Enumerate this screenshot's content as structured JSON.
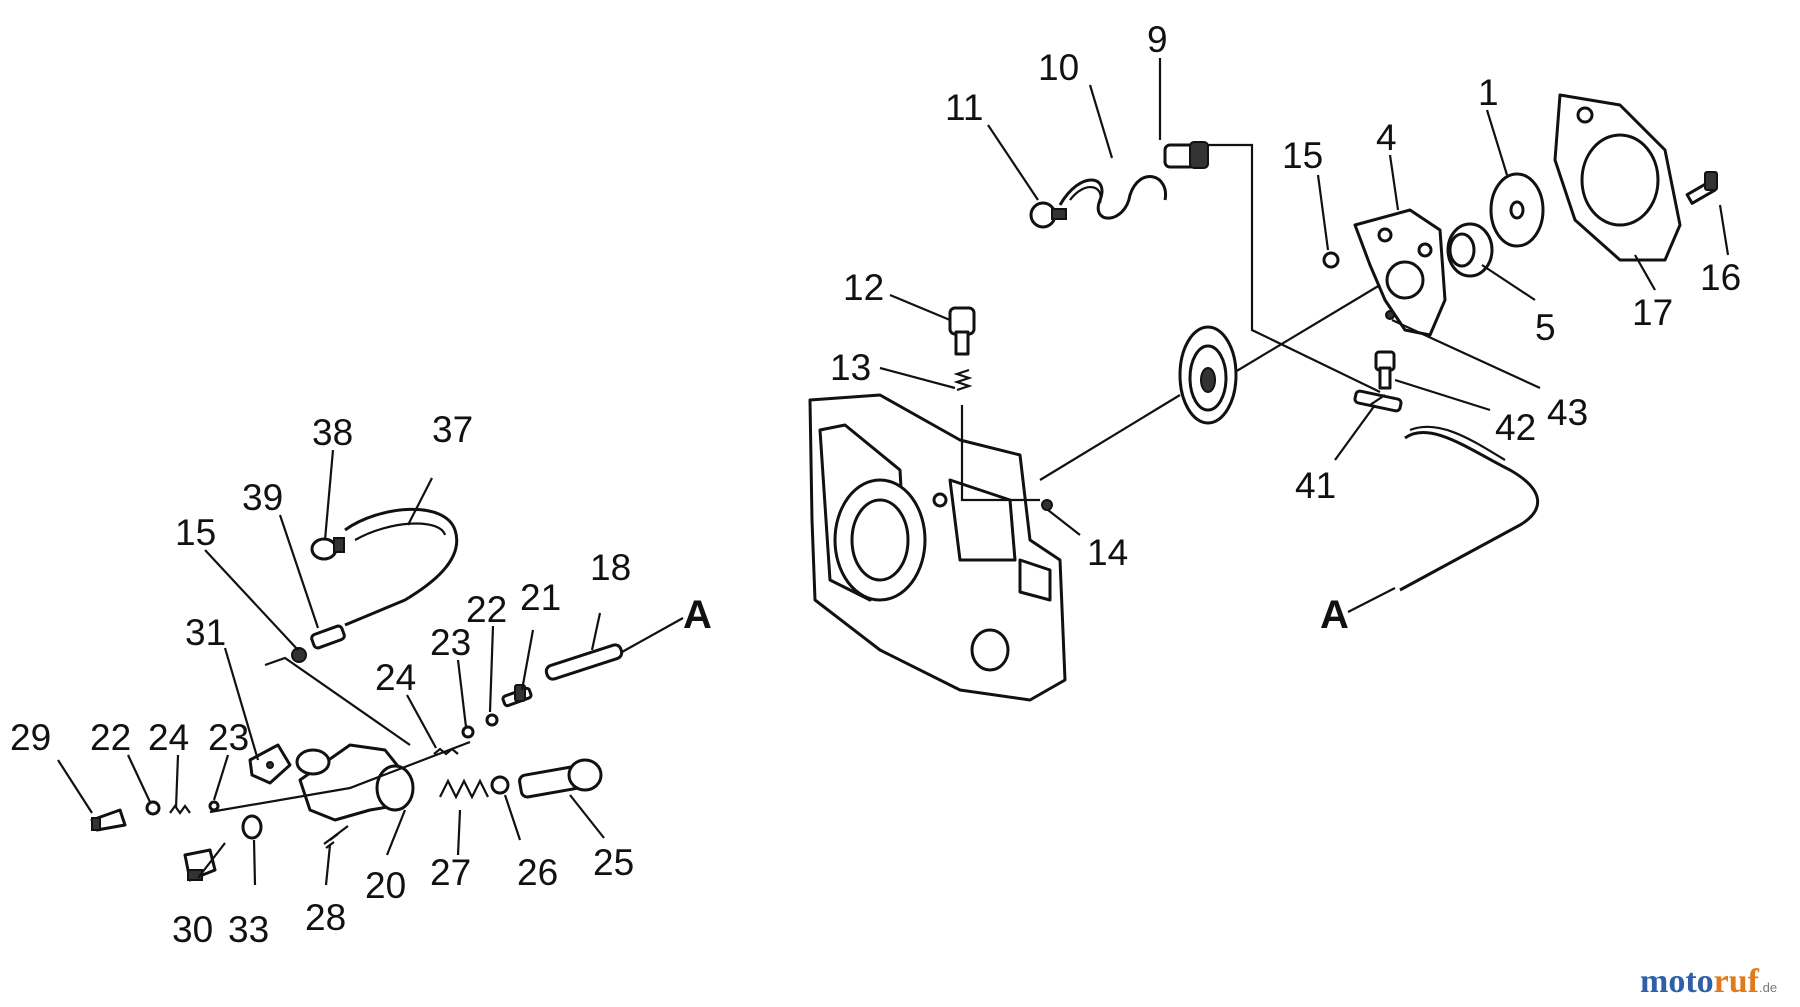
{
  "diagram": {
    "callouts": {
      "c1": "1",
      "c4": "4",
      "c5": "5",
      "c9": "9",
      "c10": "10",
      "c11": "11",
      "c12": "12",
      "c13": "13",
      "c14": "14",
      "c15a": "15",
      "c15b": "15",
      "c16": "16",
      "c17": "17",
      "c18": "18",
      "c20": "20",
      "c21": "21",
      "c22a": "22",
      "c22b": "22",
      "c23a": "23",
      "c23b": "23",
      "c24a": "24",
      "c24b": "24",
      "c25": "25",
      "c26": "26",
      "c27": "27",
      "c28": "28",
      "c29": "29",
      "c30": "30",
      "c31": "31",
      "c33": "33",
      "c37": "37",
      "c38": "38",
      "c39": "39",
      "c41": "41",
      "c42": "42",
      "c43": "43"
    },
    "connection_markers": {
      "left": "A",
      "right": "A"
    }
  },
  "watermark": {
    "brand_a": "moto",
    "brand_b": "ruf",
    "suffix": ".de"
  }
}
